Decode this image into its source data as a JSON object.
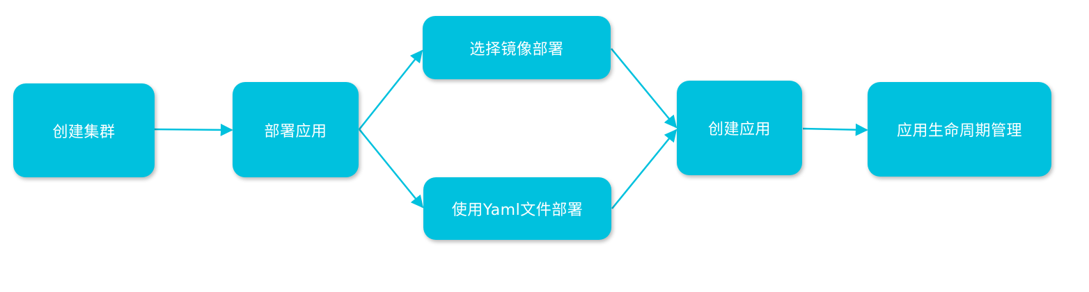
{
  "nodes": {
    "create_cluster": "创建集群",
    "deploy_app": "部署应用",
    "select_image": "选择镜像部署",
    "yaml_deploy": "使用Yaml文件部署",
    "create_app": "创建应用",
    "lifecycle": "应用生命周期管理"
  },
  "edge_color": "#00c1de",
  "node_color": "#00c1de"
}
